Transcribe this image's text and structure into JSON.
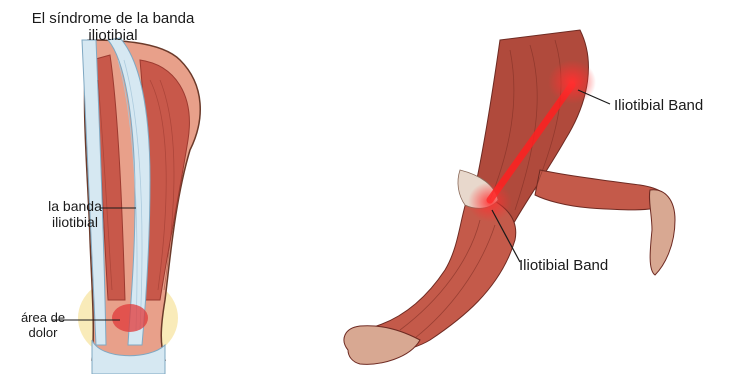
{
  "left_panel": {
    "title": "El síndrome de la banda iliotibial",
    "band_label": "la banda iliotibial",
    "pain_label": "área de dolor"
  },
  "right_panel": {
    "label_top": "Iliotibial Band",
    "label_bottom": "Iliotibial Band"
  },
  "colors": {
    "muscle": "#c8584a",
    "muscle_dark": "#9c3a30",
    "tendon": "#d6e8f2",
    "skin_glow": "#f6d98a",
    "highlight": "#ff1a1a"
  }
}
